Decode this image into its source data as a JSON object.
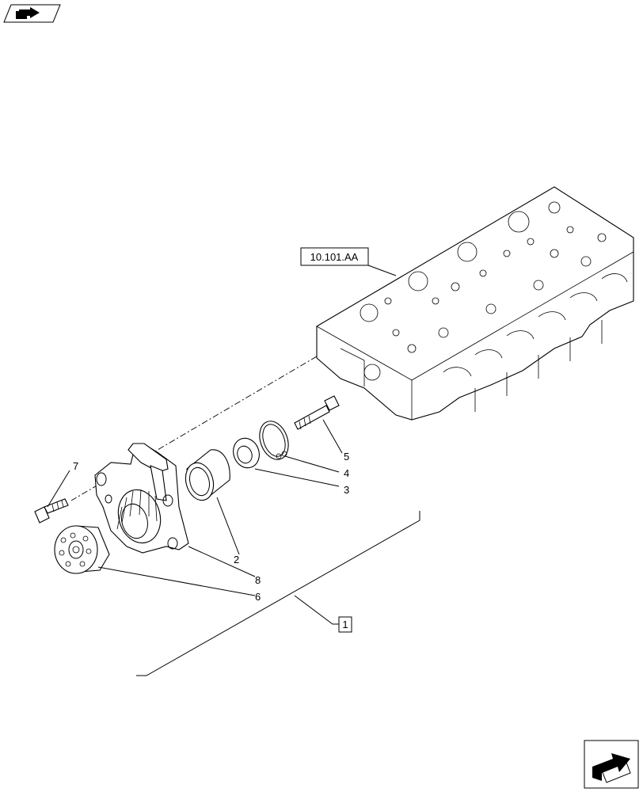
{
  "reference_label": "10.101.AA",
  "group_label": "1",
  "callouts": {
    "p2": "2",
    "p3": "3",
    "p4": "4",
    "p5": "5",
    "p6": "6",
    "p7": "7",
    "p8": "8"
  },
  "icons": {
    "top_left": "assembly-arrow-icon",
    "bottom_right": "next-page-arrow-icon"
  }
}
